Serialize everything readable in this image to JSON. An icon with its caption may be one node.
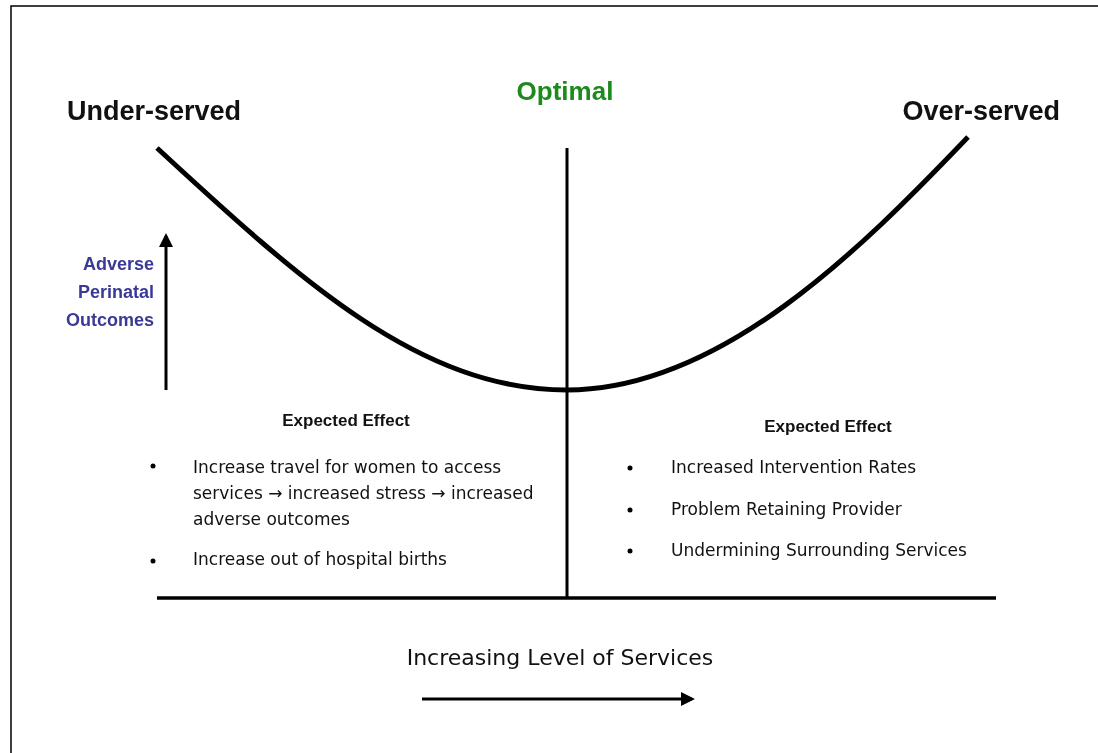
{
  "diagram": {
    "labels": [
      "Optimal",
      "Under-served",
      "Over-served",
      "Adverse Perinatal Outcomes",
      "Expected Effect",
      "Increase travel for women to access services → increased stress → increased adverse outcomes",
      "Increase out of hospital births",
      "Expected Effect",
      "Increased Intervention Rates",
      "Problem Retaining Provider",
      "Undermining Surrounding Services",
      "Increasing Level of Services"
    ]
  }
}
